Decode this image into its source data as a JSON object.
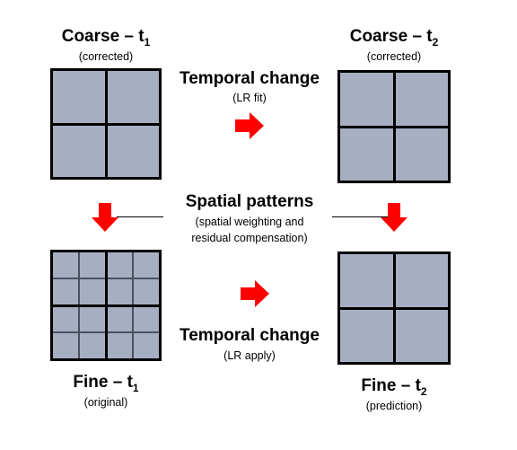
{
  "coarse_t1": {
    "title": "Coarse – t",
    "sub_index": "1",
    "caption": "(corrected)"
  },
  "coarse_t2": {
    "title": "Coarse – t",
    "sub_index": "2",
    "caption": "(corrected)"
  },
  "fine_t1": {
    "title": "Fine – t",
    "sub_index": "1",
    "caption": "(original)"
  },
  "fine_t2": {
    "title": "Fine – t",
    "sub_index": "2",
    "caption": "(prediction)"
  },
  "temporal_top": {
    "title": "Temporal change",
    "caption": "(LR fit)"
  },
  "spatial": {
    "title": "Spatial patterns",
    "caption_line1": "(spatial weighting and",
    "caption_line2": "residual compensation)"
  },
  "temporal_bottom": {
    "title": "Temporal change",
    "caption": "(LR apply)"
  },
  "colors": {
    "cell_fill": "#a6afc1",
    "grid_line": "#000000",
    "arrow": "#ff0000"
  }
}
